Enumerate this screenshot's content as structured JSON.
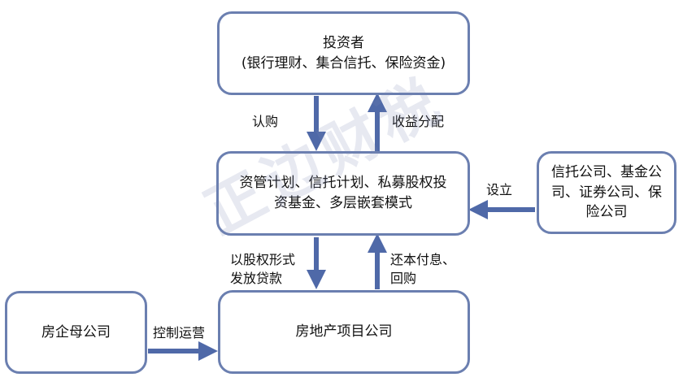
{
  "colors": {
    "box_border": "#6b7fb0",
    "arrow": "#4f69a8",
    "watermark": "#c3c9da"
  },
  "nodes": {
    "investor": {
      "title": "投资者",
      "subtitle": "(银行理财、集合信托、保险资金)"
    },
    "plan": {
      "line1": "资管计划、信托计划、私募股权投",
      "line2": "资基金、多层嵌套模式"
    },
    "institutions": {
      "line1": "信托公司、基金公",
      "line2": "司、证券公司、保",
      "line3": "险公司"
    },
    "parent": {
      "label": "房企母公司"
    },
    "project": {
      "label": "房地产项目公司"
    }
  },
  "edges": {
    "subscribe": "认购",
    "distribution": "收益分配",
    "establish": "设立",
    "equity_loan": {
      "line1": "以股权形式",
      "line2": "发放贷款"
    },
    "repay": {
      "line1": "还本付息、",
      "line2": "回购"
    },
    "control": "控制运营"
  },
  "watermark": "正边财税"
}
